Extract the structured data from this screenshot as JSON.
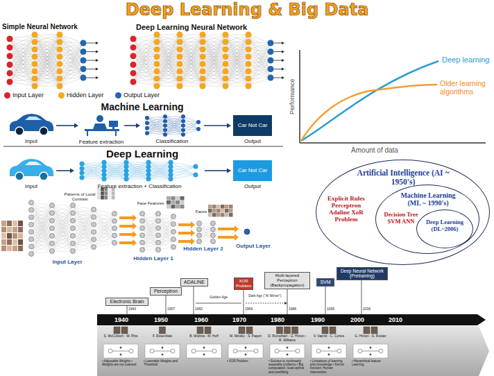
{
  "diagram": {
    "title": "Deep Learning & Big Data",
    "nodes": [
      {
        "text": [
          "Input"
        ]
      },
      {
        "text": [
          "Feature extraction"
        ]
      },
      {
        "text": [
          "Classification"
        ]
      },
      {
        "text": [
          "Car Not Car",
          "Output"
        ]
      },
      {
        "text": [
          "Input"
        ]
      },
      {
        "text": [
          "Feature extraction + Classification"
        ]
      },
      {
        "text": [
          "Car Not Car",
          "Output"
        ]
      },
      {
        "text": [
          "Artificial Intelligence (AI ~ 1950's)",
          "Explicit Rules Perceptron Adaline XoR Problem"
        ]
      },
      {
        "text": [
          "Machine Learning (ML ~ 1990's)",
          "Decision Tree SVM ANN"
        ],
        "in": 7
      },
      {
        "text": [
          "Deep Learning (DL~2006)"
        ],
        "in": 8
      },
      {
        "text": [
          "Electronic Brain"
        ]
      },
      {
        "text": [
          "Perceptron"
        ]
      },
      {
        "text": [
          "ADALINE"
        ]
      },
      {
        "text": [
          "XOR Problem"
        ]
      },
      {
        "text": [
          "Multi-layered Perceptron (Backpropagation)"
        ]
      },
      {
        "text": [
          "SVM"
        ]
      },
      {
        "text": [
          "Deep Neural Network (Pretraining)"
        ]
      }
    ],
    "edges": [
      {
        "from": 0,
        "to": 1,
        "arrow": "to"
      },
      {
        "from": 1,
        "to": 2,
        "arrow": "to"
      },
      {
        "from": 2,
        "to": 3,
        "arrow": "to"
      },
      {
        "from": 4,
        "to": 5,
        "arrow": "to"
      },
      {
        "from": 5,
        "to": 6,
        "arrow": "to"
      }
    ],
    "labels": [
      "Simple Neural Network",
      "Deep Learning Neural Network",
      "Machine Learning",
      "Deep Learning",
      "Performance",
      "Amount of data",
      "Deep learning",
      "Older learning algorithms",
      "Patterns of Local Contrast",
      "Face Features",
      "Faces",
      "Input Layer",
      "Hidden Layer 1",
      "Hidden Layer 2",
      "Output Layer",
      "1940",
      "1950",
      "1960",
      "1970",
      "1980",
      "1990",
      "2000",
      "2010",
      "1943",
      "1957",
      "1960",
      "1969",
      "1986",
      "1995",
      "2006",
      "Golden Age",
      "Dark Age (\"AI Winter\")",
      "S. McCulloch - W. Pitts",
      "F. Rosenblatt",
      "B. Widrow - M. Hoff",
      "M. Minsky - S. Papert",
      "D. Rumelhart - G. Hinton - R. Williams",
      "V. Vapnik - C. Cortes",
      "G. Hinton - S. Ruslan",
      "• Adjustable Weights • Weights are not Learned",
      "• Learnable Weights and Threshold",
      "• XOR Problem",
      "• Solution to nonlinearly separable problems • Big computation, local optima and overfitting",
      "• Limitations of learning prior knowledge • Kernel function: Human Intervention",
      "• Hierarchical feature Learning"
    ],
    "legend": [
      {
        "text": "Input Layer",
        "color": "#d7262b"
      },
      {
        "text": "Hidden Layer",
        "color": "#f5a623"
      },
      {
        "text": "Output Layer",
        "color": "#2166b0"
      }
    ]
  }
}
